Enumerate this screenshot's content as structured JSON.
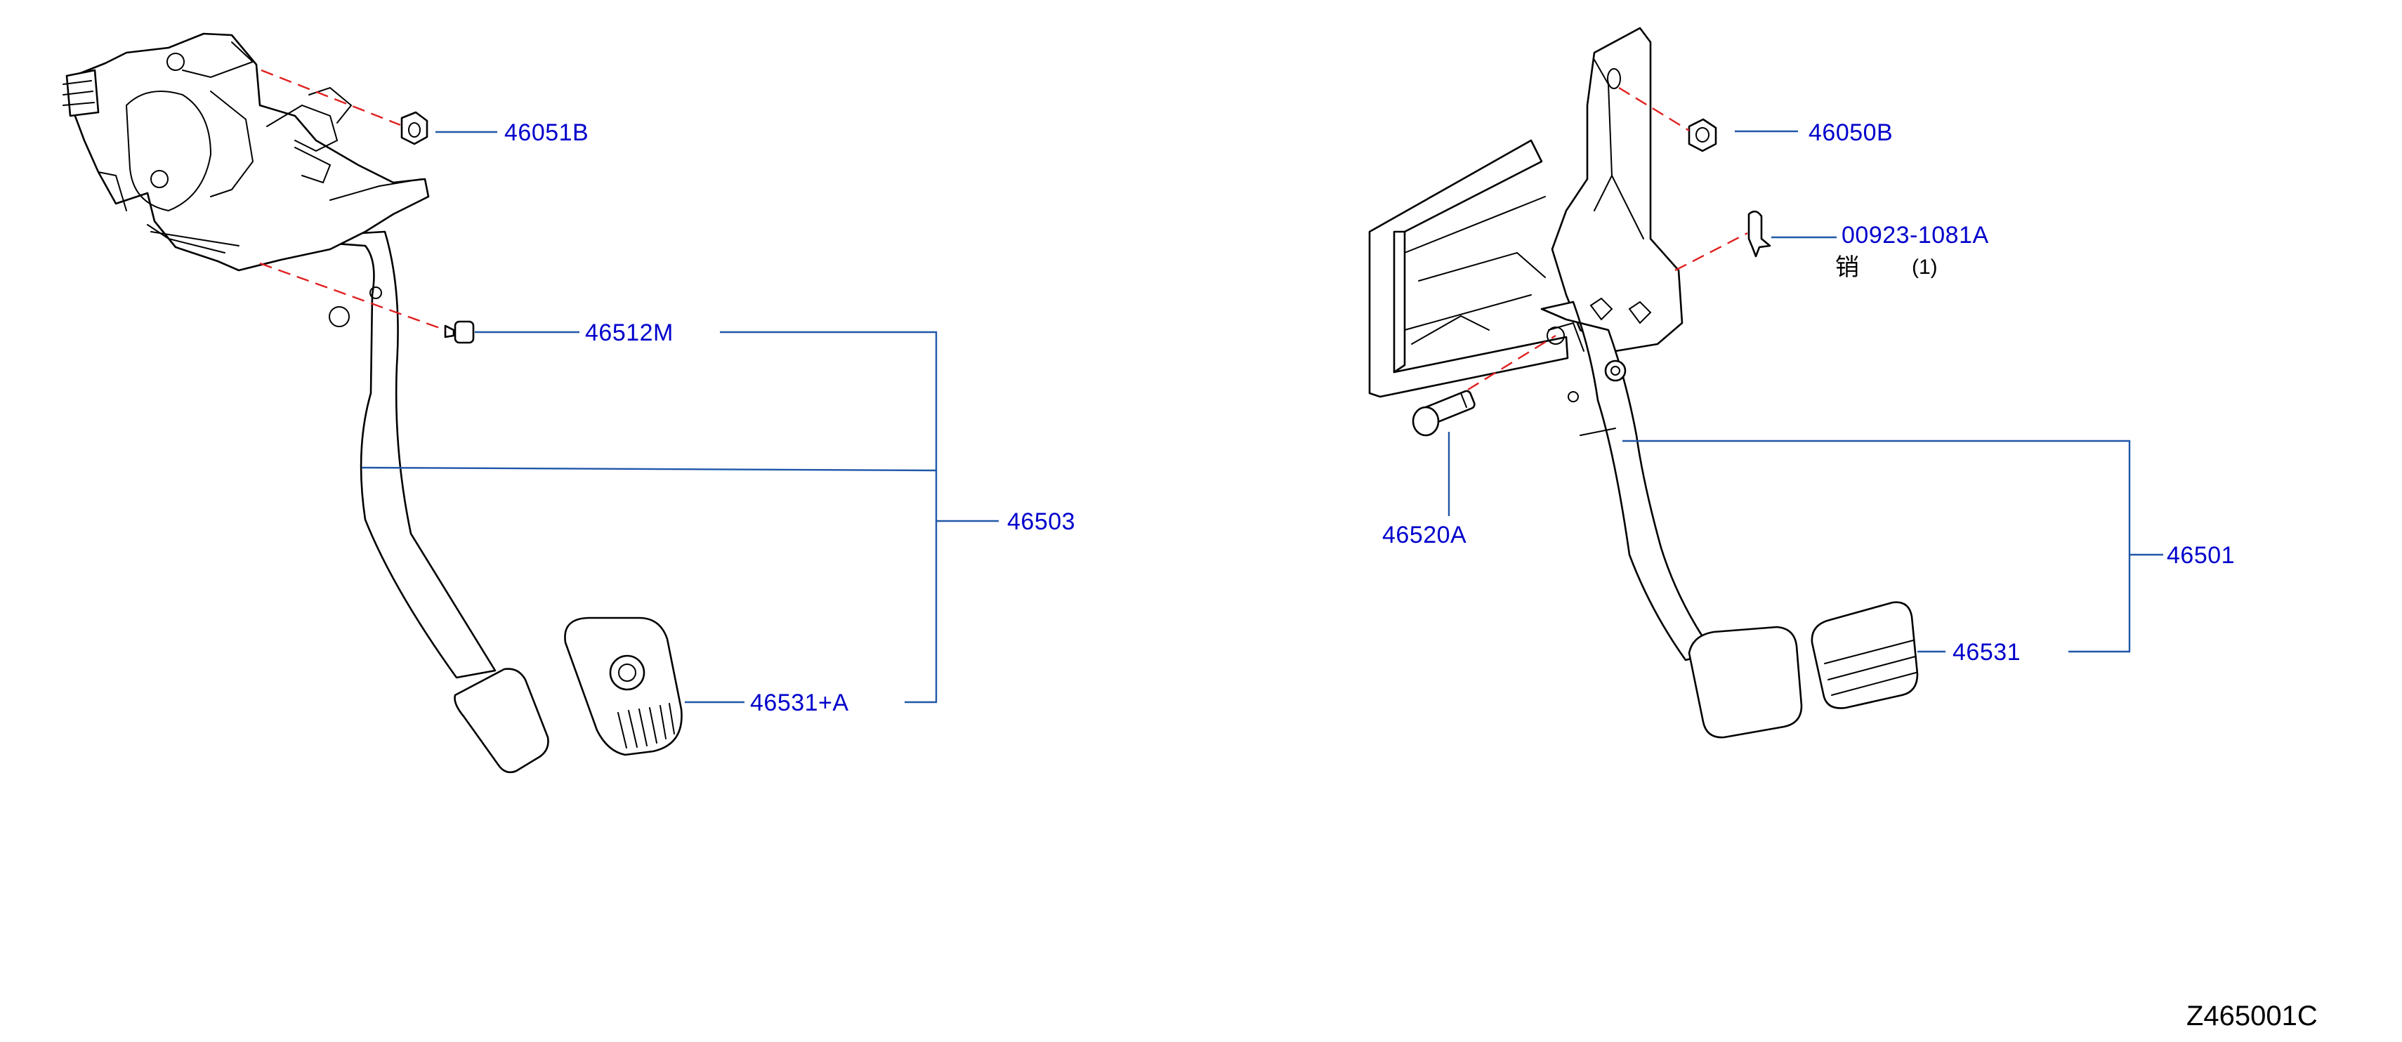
{
  "callouts": {
    "nut_left": "46051B",
    "pin_left": "46512M",
    "pedal_assy_left": "46503",
    "pad_left": "46531+A",
    "nut_right": "46050B",
    "clip_right": "00923-1081A",
    "clip_note_cn": "销",
    "clip_qty": "(1)",
    "bolt_right": "46520A",
    "pedal_assy_right": "46501",
    "pad_right": "46531"
  },
  "diagram_code": "Z465001C",
  "colors": {
    "callout_text": "#0000cc",
    "leader_line": "#1f57a8",
    "hidden_line": "#e02020",
    "outline": "#000000"
  }
}
